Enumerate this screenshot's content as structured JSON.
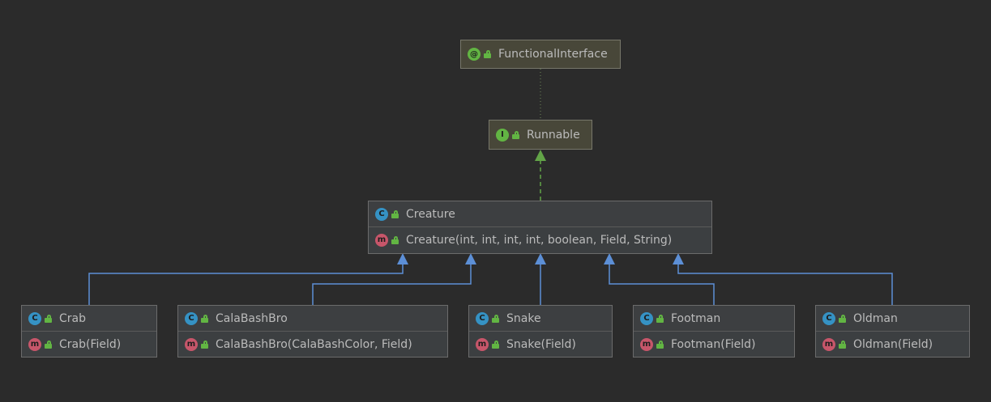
{
  "colors": {
    "background": "#2b2b2b",
    "extends_edge": "#5c8fd6",
    "implements_edge": "#62a447",
    "annotation_edge": "#6f8a5a"
  },
  "nodes": {
    "functional_interface": {
      "kind": "annotation",
      "badge": "@",
      "name": "FunctionalInterface"
    },
    "runnable": {
      "kind": "interface",
      "badge": "I",
      "name": "Runnable"
    },
    "creature": {
      "kind": "class",
      "badge": "C",
      "name": "Creature",
      "badge_member": "m",
      "member": "Creature(int, int, int, int, boolean, Field, String)"
    },
    "crab": {
      "kind": "class",
      "badge": "C",
      "name": "Crab",
      "badge_member": "m",
      "member": "Crab(Field)"
    },
    "calabashbro": {
      "kind": "class",
      "badge": "C",
      "name": "CalaBashBro",
      "badge_member": "m",
      "member": "CalaBashBro(CalaBashColor, Field)"
    },
    "snake": {
      "kind": "class",
      "badge": "C",
      "name": "Snake",
      "badge_member": "m",
      "member": "Snake(Field)"
    },
    "footman": {
      "kind": "class",
      "badge": "C",
      "name": "Footman",
      "badge_member": "m",
      "member": "Footman(Field)"
    },
    "oldman": {
      "kind": "class",
      "badge": "C",
      "name": "Oldman",
      "badge_member": "m",
      "member": "Oldman(Field)"
    }
  },
  "edges": [
    {
      "from": "runnable",
      "to": "functional_interface",
      "type": "annotation"
    },
    {
      "from": "creature",
      "to": "runnable",
      "type": "implements"
    },
    {
      "from": "crab",
      "to": "creature",
      "type": "extends"
    },
    {
      "from": "calabashbro",
      "to": "creature",
      "type": "extends"
    },
    {
      "from": "snake",
      "to": "creature",
      "type": "extends"
    },
    {
      "from": "footman",
      "to": "creature",
      "type": "extends"
    },
    {
      "from": "oldman",
      "to": "creature",
      "type": "extends"
    }
  ]
}
